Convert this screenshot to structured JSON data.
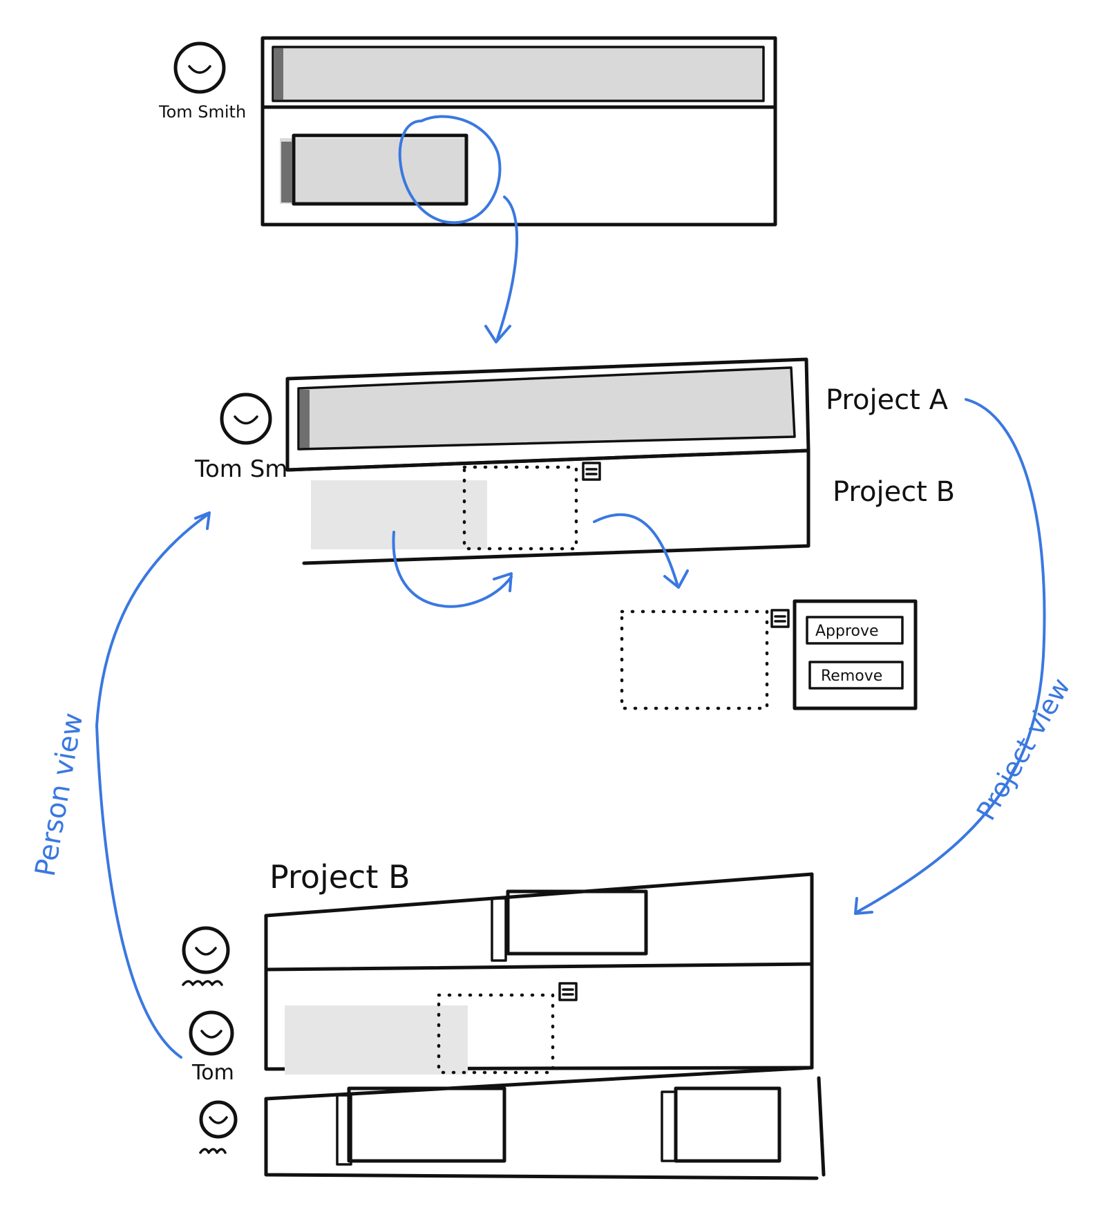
{
  "top_view": {
    "person_name": "Tom Smith"
  },
  "middle_view": {
    "person_name": "Tom Sm",
    "project_a_label": "Project A",
    "project_b_label": "Project B",
    "popup": {
      "approve_label": "Approve",
      "remove_label": "Remove"
    }
  },
  "bottom_view": {
    "title": "Project B",
    "person_label": "Tom"
  },
  "arrows": {
    "person_view_label": "Person view",
    "project_view_label": "Project view"
  },
  "colors": {
    "ink": "#111111",
    "annotation": "#3a78e0",
    "bar_fill": "#d9d9d9",
    "ghost_fill": "#e6e6e6"
  },
  "icons": [
    "avatar-icon",
    "note-icon",
    "arrow-icon"
  ]
}
